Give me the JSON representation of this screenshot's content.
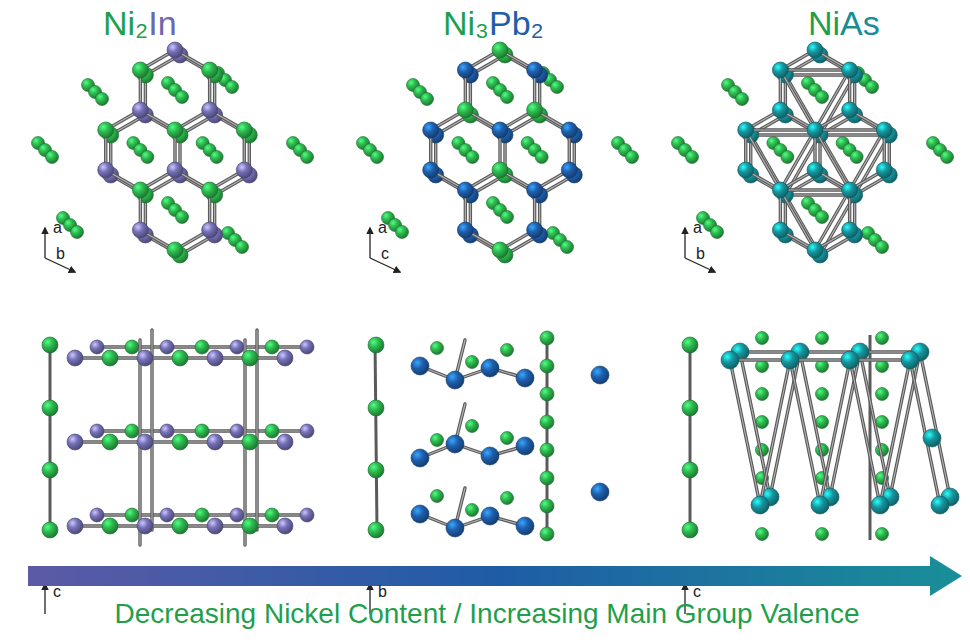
{
  "diagram": {
    "labels": [
      "Ni₂",
      "In",
      "Ni₃",
      "Pb₂",
      "Ni",
      "As",
      "a",
      "b",
      "c",
      "a",
      "c",
      "b",
      "a",
      "b",
      "c",
      "Decreasing Nickel Content / Increasing Main Group Valence"
    ]
  }
}
